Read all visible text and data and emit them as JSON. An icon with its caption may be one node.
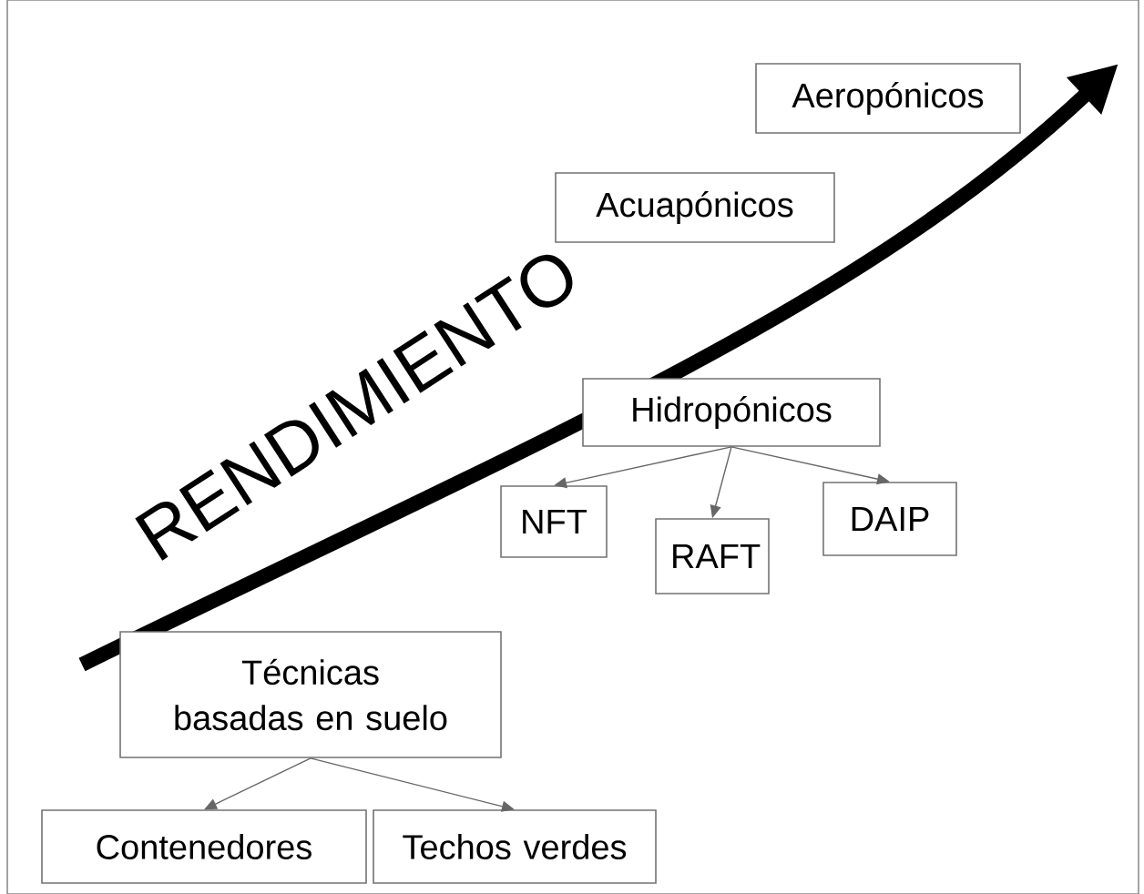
{
  "diagram": {
    "nodes": [
      {
        "text": [
          "Aeropónicos"
        ]
      },
      {
        "text": [
          "Acuapónicos"
        ]
      },
      {
        "text": [
          "Hidropónicos"
        ]
      },
      {
        "text": [
          "NFT"
        ]
      },
      {
        "text": [
          "RAFT"
        ]
      },
      {
        "text": [
          "DAIP"
        ]
      },
      {
        "text": [
          "Técnicas basadas en suelo"
        ]
      },
      {
        "text": [
          "Contenedores"
        ]
      },
      {
        "text": [
          "Techos verdes"
        ]
      }
    ],
    "edges": [
      {
        "from": 2,
        "to": 3,
        "arrow": "to"
      },
      {
        "from": 2,
        "to": 4,
        "arrow": "to"
      },
      {
        "from": 2,
        "to": 5,
        "arrow": "to"
      },
      {
        "from": 6,
        "to": 7,
        "arrow": "to"
      },
      {
        "from": 6,
        "to": 8,
        "arrow": "to"
      }
    ],
    "labels": [
      "RENDIMIENTO"
    ]
  }
}
